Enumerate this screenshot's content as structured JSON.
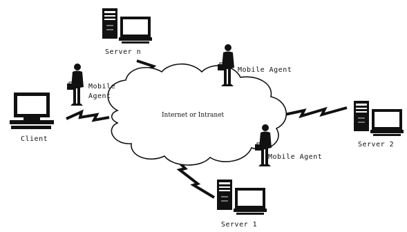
{
  "labels": {
    "server_n": "Server n",
    "server_1": "Server 1",
    "server_2": "Server 2",
    "client": "Client",
    "network": "Internet or Intranet",
    "agent_top": "Mobile Agent",
    "agent_left_line1": "Mobile",
    "agent_left_line2": "Agent",
    "agent_right": "Mobile Agent"
  },
  "icons": {
    "server": "server-computer-icon",
    "client": "client-computer-icon",
    "agent": "mobile-agent-person-icon",
    "link": "lightning-link-icon",
    "cloud": "network-cloud-icon"
  }
}
